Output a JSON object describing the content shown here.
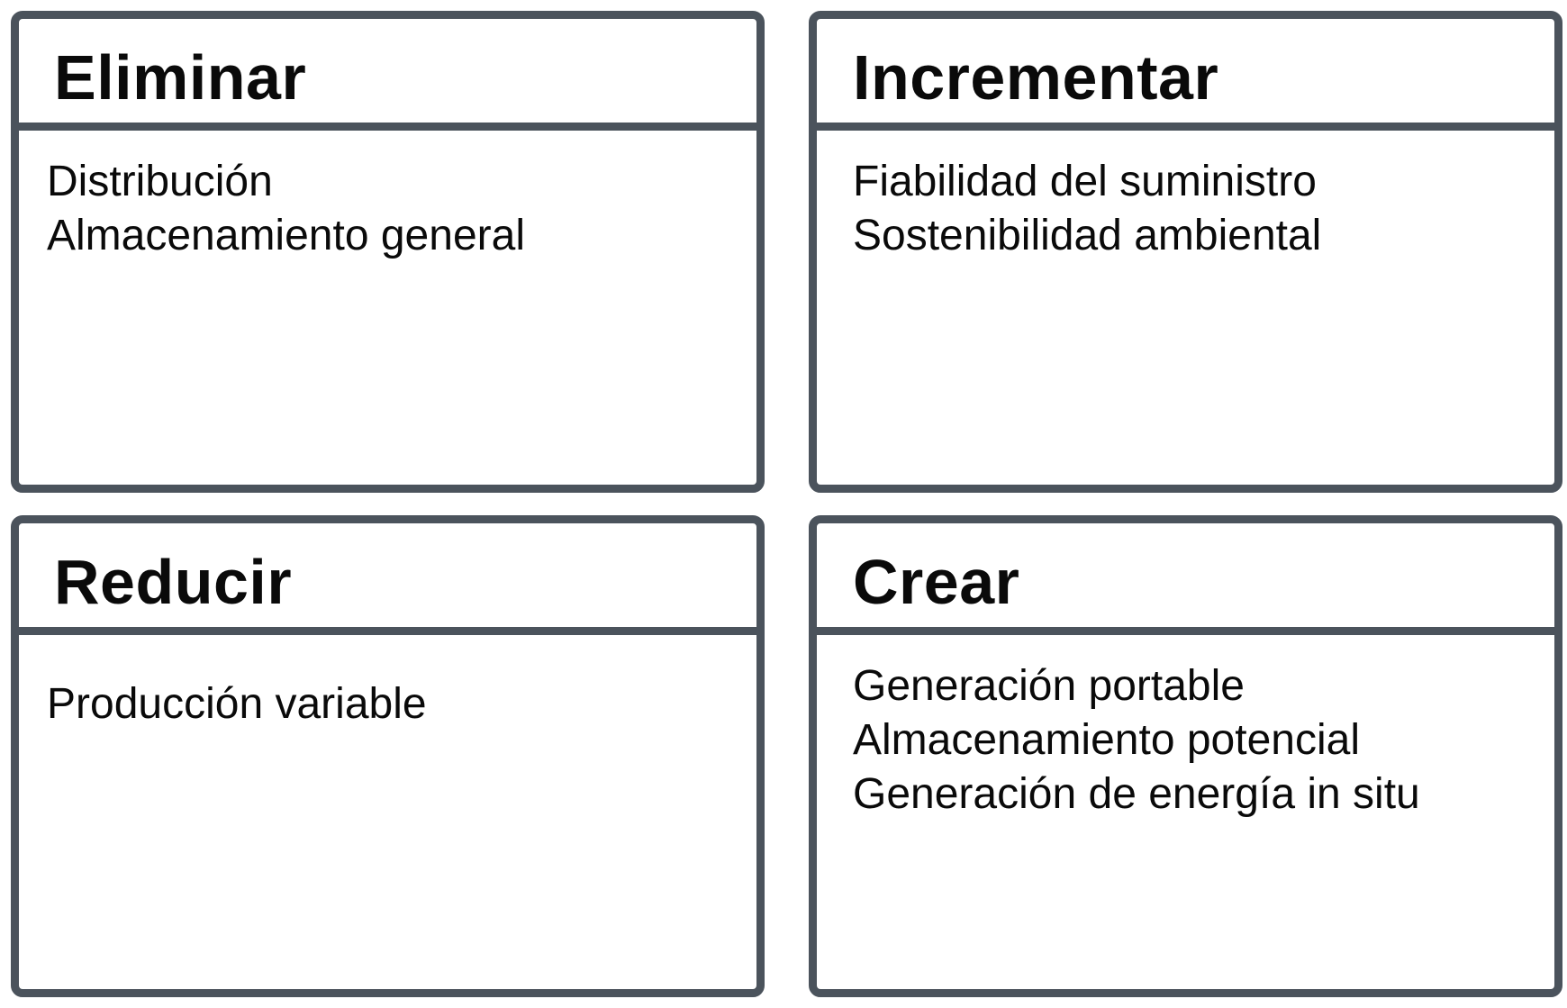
{
  "quadrants": [
    {
      "id": "eliminar",
      "title": "Eliminar",
      "items": [
        "Distribución",
        "Almacenamiento general"
      ]
    },
    {
      "id": "incrementar",
      "title": "Incrementar",
      "items": [
        "Fiabilidad del suministro",
        "Sostenibilidad ambiental"
      ]
    },
    {
      "id": "reducir",
      "title": "Reducir",
      "items": [
        "Producción variable"
      ]
    },
    {
      "id": "crear",
      "title": "Crear",
      "items": [
        "Generación portable",
        "Almacenamiento potencial",
        "Generación de energía in situ"
      ]
    }
  ],
  "colors": {
    "border": "#4b535c",
    "text": "#0a0a0a",
    "background": "#ffffff"
  }
}
